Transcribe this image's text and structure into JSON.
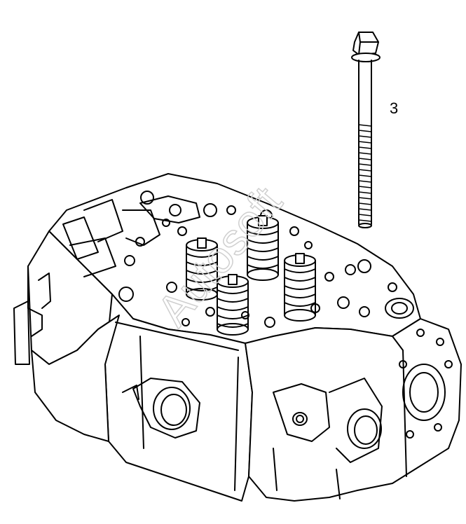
{
  "figure": {
    "callouts": [
      {
        "label": "3",
        "refers_to": "bolt"
      }
    ],
    "watermark": "Autosoft",
    "colors": {
      "line": "#000000",
      "background": "#ffffff",
      "watermark": "#cfcfcf"
    }
  }
}
